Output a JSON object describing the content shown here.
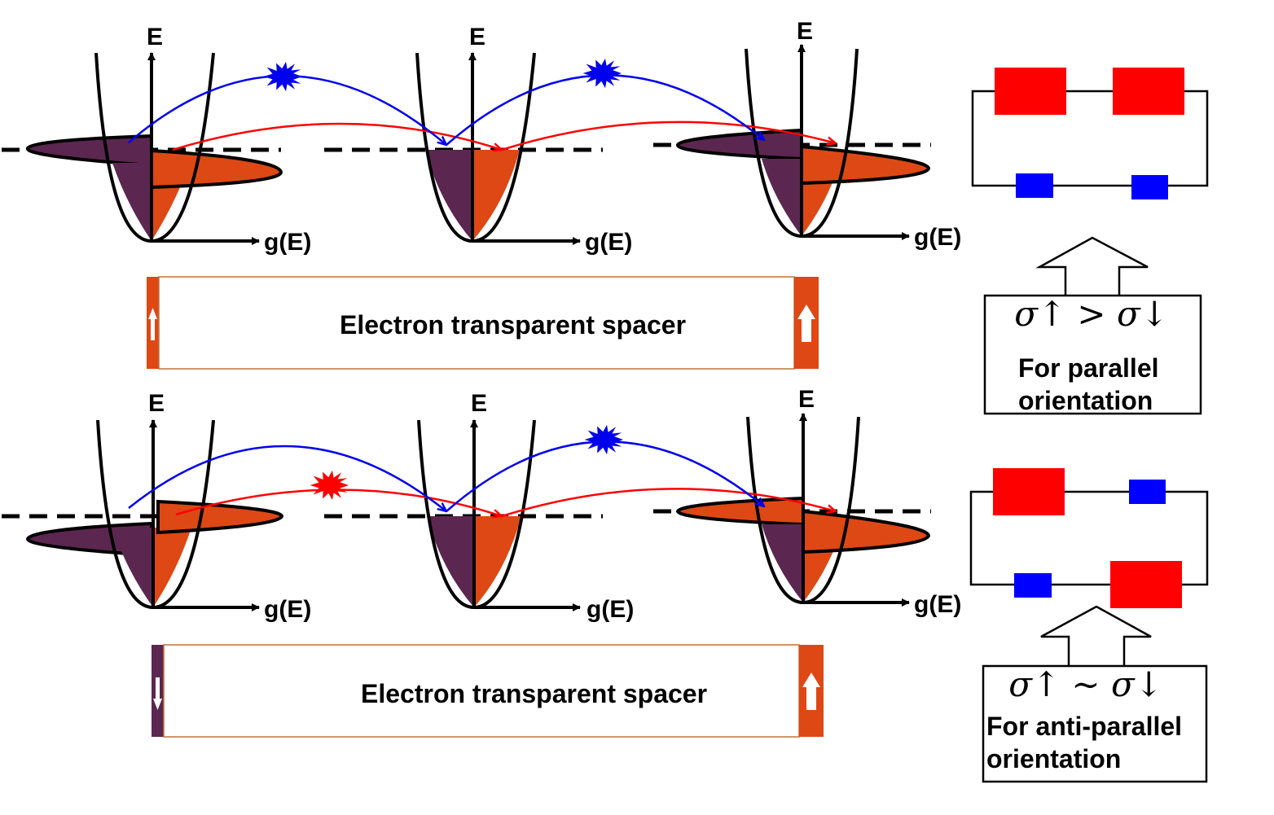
{
  "axis_labels": {
    "energy": "E",
    "dos": "g(E)"
  },
  "spacer": {
    "label": "Electron transparent spacer"
  },
  "parallel_case": {
    "relation": "σ↑ > σ↓",
    "caption_line1": "For parallel",
    "caption_line2": "orientation"
  },
  "antiparallel_case": {
    "relation": "σ↑ ∼ σ↓",
    "caption_line1": "For anti-parallel",
    "caption_line2": "orientation"
  },
  "colors": {
    "spin_down_fill": "#5b2750",
    "spin_up_fill": "#dd4814",
    "spin_up_path": "#ff0000",
    "spin_down_path": "#0000ee",
    "high_resistance": "#ff0000",
    "low_resistance": "#0000ff"
  },
  "icons": [
    "magnetization-up-arrow-icon",
    "magnetization-down-arrow-icon",
    "scattering-burst-icon"
  ]
}
